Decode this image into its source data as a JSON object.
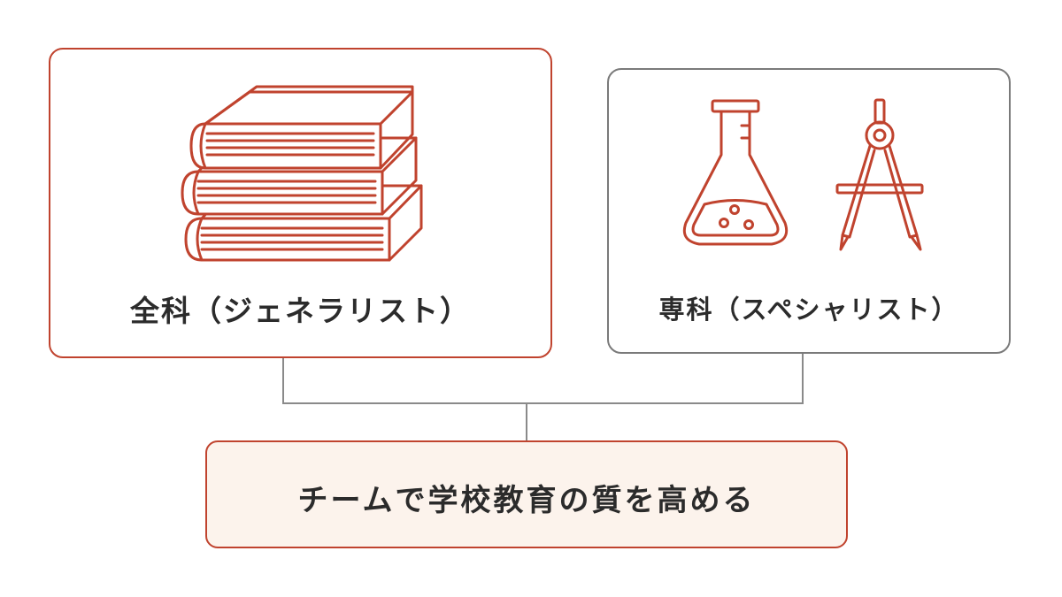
{
  "generalist": {
    "label": "全科（ジェネラリスト）",
    "icon": "books-icon"
  },
  "specialist": {
    "label": "専科（スペシャリスト）",
    "icons": [
      "flask-icon",
      "compass-icon"
    ]
  },
  "goal": {
    "label": "チームで学校教育の質を高める"
  },
  "colors": {
    "accent": "#c0432e",
    "neutral_border": "#7a7a7a",
    "connector": "#8a8a8a",
    "goal_fill": "#fcf3ec",
    "text": "#2b2b2b"
  }
}
